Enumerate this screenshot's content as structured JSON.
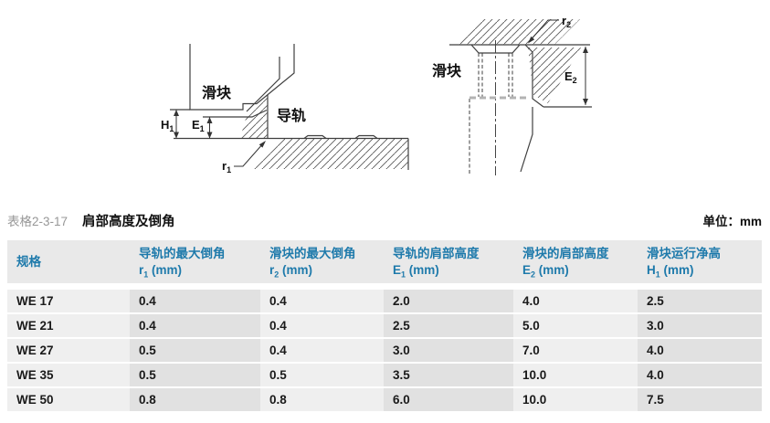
{
  "caption": {
    "tag": "表格2-3-17",
    "title": "肩部高度及倒角",
    "unit": "单位：mm"
  },
  "diagram_left": {
    "slider_label": "滑块",
    "rail_label": "导轨",
    "dim_h1": {
      "sym": "H",
      "sub": "1"
    },
    "dim_e1": {
      "sym": "E",
      "sub": "1"
    },
    "dim_r1": {
      "sym": "r",
      "sub": "1"
    }
  },
  "diagram_right": {
    "slider_label": "滑块",
    "dim_e2": {
      "sym": "E",
      "sub": "2"
    },
    "dim_r2": {
      "sym": "r",
      "sub": "2"
    }
  },
  "table": {
    "spec_header": "规格",
    "columns": [
      {
        "label": "导轨的最大倒角",
        "sym": "r",
        "sub": "1",
        "unit": " (mm)"
      },
      {
        "label": "滑块的最大倒角",
        "sym": "r",
        "sub": "2",
        "unit": " (mm)"
      },
      {
        "label": "导轨的肩部高度",
        "sym": "E",
        "sub": "1",
        "unit": " (mm)"
      },
      {
        "label": "滑块的肩部高度",
        "sym": "E",
        "sub": "2",
        "unit": " (mm)"
      },
      {
        "label": "滑块运行净高",
        "sym": "H",
        "sub": "1",
        "unit": " (mm)"
      }
    ],
    "rows": [
      {
        "spec": "WE 17",
        "values": [
          "0.4",
          "0.4",
          "2.0",
          "4.0",
          "2.5"
        ]
      },
      {
        "spec": "WE 21",
        "values": [
          "0.4",
          "0.4",
          "2.5",
          "5.0",
          "3.0"
        ]
      },
      {
        "spec": "WE 27",
        "values": [
          "0.5",
          "0.4",
          "3.0",
          "7.0",
          "4.0"
        ]
      },
      {
        "spec": "WE 35",
        "values": [
          "0.5",
          "0.5",
          "3.5",
          "10.0",
          "4.0"
        ]
      },
      {
        "spec": "WE 50",
        "values": [
          "0.8",
          "0.8",
          "6.0",
          "10.0",
          "7.5"
        ]
      }
    ]
  },
  "colors": {
    "header_text": "#1e7aab",
    "header_bg": "#e9e9e9",
    "col_light": "#efefef",
    "col_dark": "#e1e1e1",
    "line": "#3f3f3f"
  }
}
